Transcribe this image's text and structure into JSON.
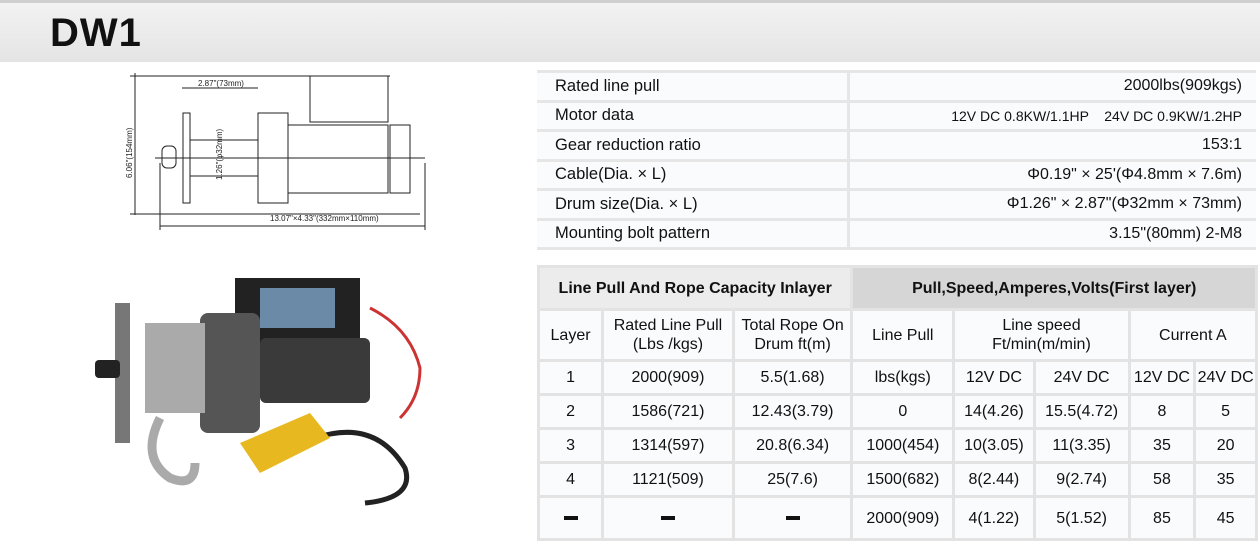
{
  "title": "DW1",
  "drawing": {
    "width_label": "2.87\"(73mm)",
    "height_label": "6.06\"(154mm)",
    "drum_label": "1.26\"(φ32mm)",
    "length_label": "13.07\"×4.33\"(332mm×110mm)"
  },
  "specs": [
    {
      "label": "Rated line pull",
      "value": "2000lbs(909kgs)"
    },
    {
      "label": "Motor data",
      "value": "12V DC 0.8KW/1.1HP    24V DC 0.9KW/1.2HP"
    },
    {
      "label": "Gear reduction ratio",
      "value": "153:1"
    },
    {
      "label": "Cable(Dia. × L)",
      "value": "Φ0.19\" × 25'(Φ4.8mm × 7.6m)"
    },
    {
      "label": "Drum size(Dia. × L)",
      "value": "Φ1.26\" × 2.87\"(Φ32mm × 73mm)"
    },
    {
      "label": "Mounting  bolt  pattern",
      "value": "3.15\"(80mm) 2-M8"
    }
  ],
  "perf": {
    "group1": "Line Pull And Rope Capacity Inlayer",
    "group2": "Pull,Speed,Amperes,Volts(First  layer)",
    "headers": {
      "layer": "Layer",
      "rated1": "Rated Line Pull",
      "rated2": "(Lbs /kgs)",
      "rope1": "Total Rope On",
      "rope2": "Drum ft(m)",
      "pull": "Line  Pull",
      "speed1": "Line  speed",
      "speed2": "Ft/min(m/min)",
      "current": "Current  A"
    },
    "rows": [
      [
        "1",
        "2000(909)",
        "5.5(1.68)",
        "lbs(kgs)",
        "12V DC",
        "24V DC",
        "12V DC",
        "24V DC"
      ],
      [
        "2",
        "1586(721)",
        "12.43(3.79)",
        "0",
        "14(4.26)",
        "15.5(4.72)",
        "8",
        "5"
      ],
      [
        "3",
        "1314(597)",
        "20.8(6.34)",
        "1000(454)",
        "10(3.05)",
        "11(3.35)",
        "35",
        "20"
      ],
      [
        "4",
        "1121(509)",
        "25(7.6)",
        "1500(682)",
        "8(2.44)",
        "9(2.74)",
        "58",
        "35"
      ],
      [
        "-",
        "-",
        "-",
        "2000(909)",
        "4(1.22)",
        "5(1.52)",
        "85",
        "45"
      ]
    ]
  }
}
